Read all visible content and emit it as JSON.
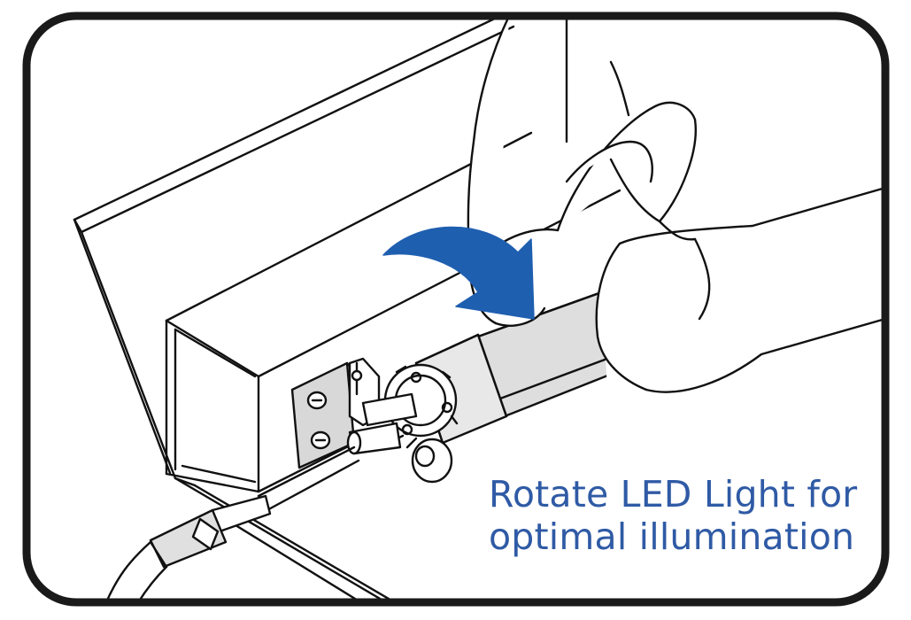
{
  "caption": {
    "line1": "Rotate LED Light for",
    "line2": "optimal illumination"
  },
  "colors": {
    "caption": "#2f5aa5",
    "arrow": "#1f5fb0",
    "frame": "#1a1a1a",
    "led_tube": "#dedede",
    "hand": "#ffffff"
  },
  "icons": {
    "rotation_arrow": "curved-arrow-clockwise",
    "hand": "hand",
    "led_tube": "led-tube",
    "mounting_bracket": "bracket",
    "connector": "cable-connector"
  }
}
